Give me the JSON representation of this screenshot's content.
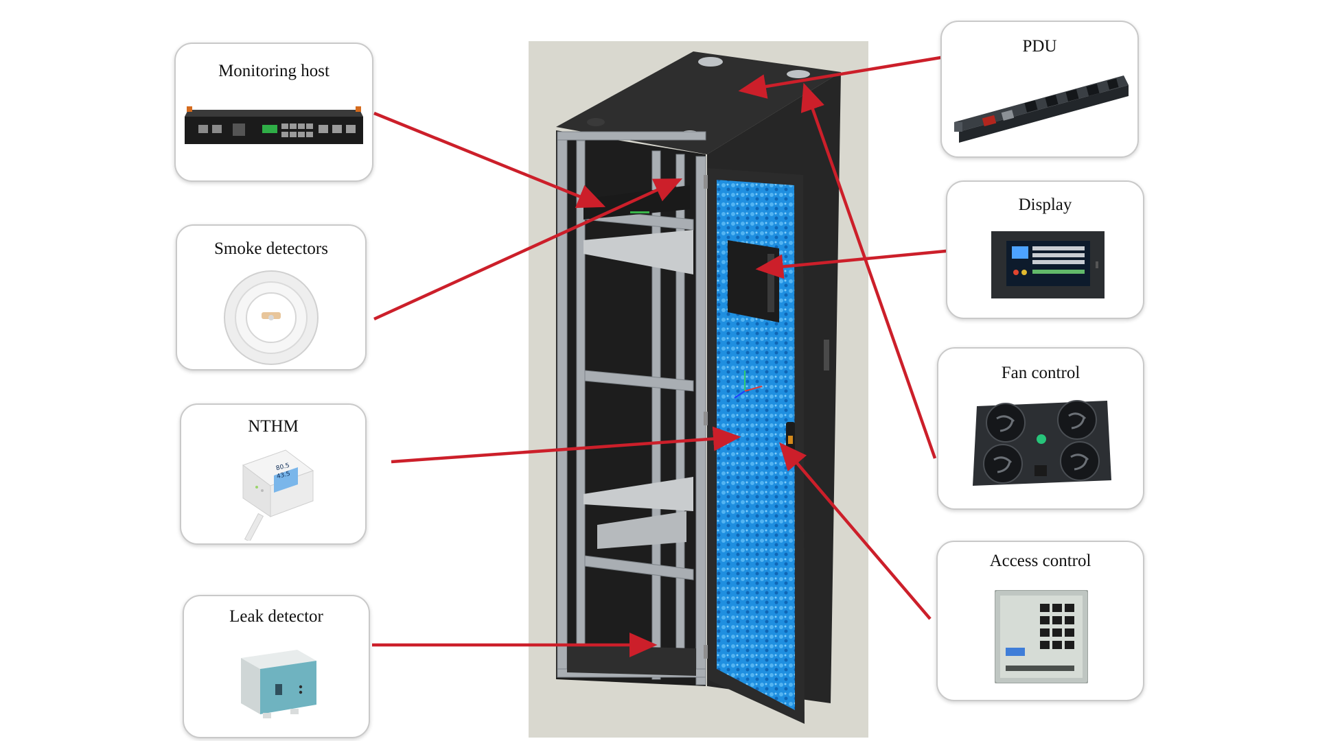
{
  "labels": {
    "monitoring_host": "Monitoring host",
    "smoke_detectors": "Smoke detectors",
    "nthm": "NTHM",
    "leak_detector": "Leak detector",
    "pdu": "PDU",
    "display": "Display",
    "fan_control": "Fan control",
    "access_control": "Access control"
  },
  "nthm_readout": {
    "top": "80.5",
    "bottom": "43.5"
  },
  "colors": {
    "arrow": "#cc1f2a",
    "door_panel": "#1f8fe0",
    "cabinet_body": "#2a2a2a",
    "rack_frame": "#a9aeb3",
    "background_panel": "#d9d8cf"
  },
  "icons": {
    "monitoring_host": "network-device-icon",
    "smoke_detectors": "smoke-detector-icon",
    "nthm": "temperature-humidity-sensor-icon",
    "leak_detector": "leak-detector-box-icon",
    "pdu": "power-strip-icon",
    "display": "touch-display-icon",
    "fan_control": "fan-tray-icon",
    "access_control": "keypad-icon"
  }
}
